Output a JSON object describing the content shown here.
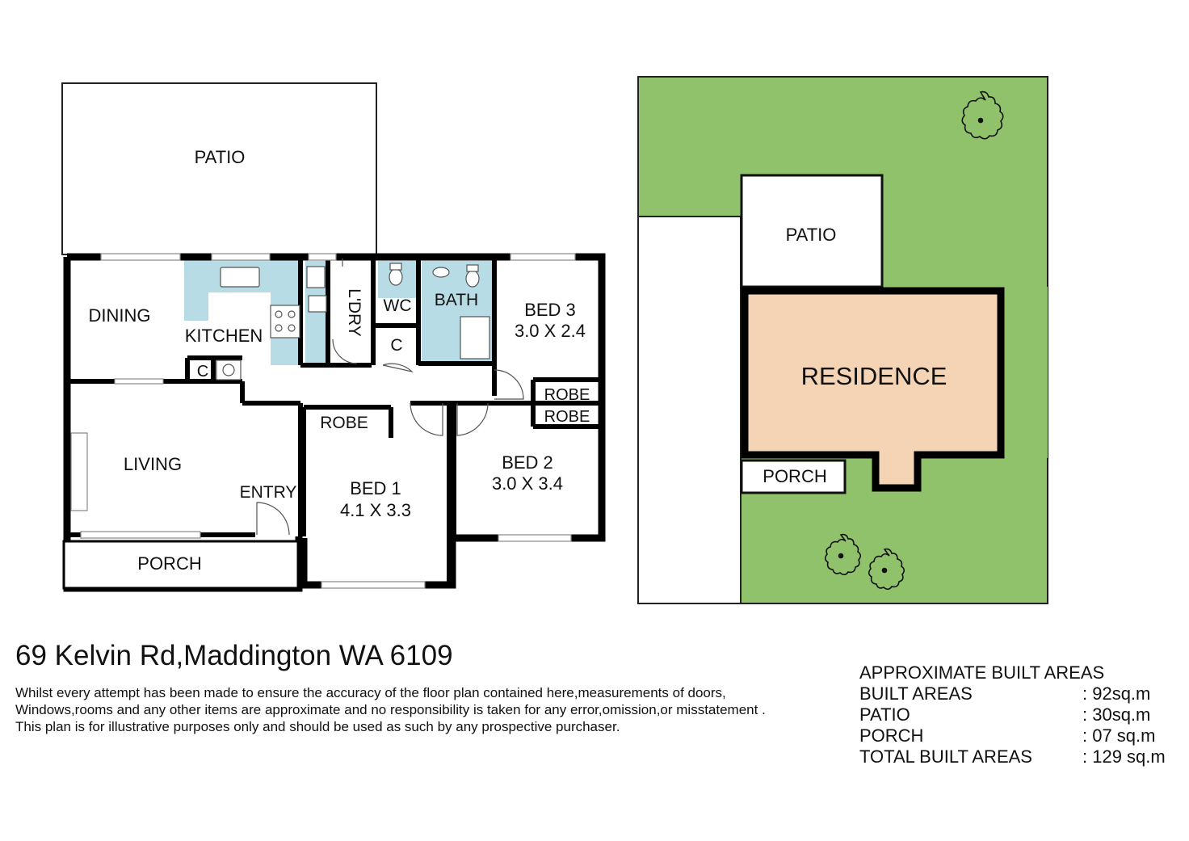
{
  "floor_plan": {
    "rooms": {
      "patio": "PATIO",
      "dining": "DINING",
      "kitchen": "KITCHEN",
      "laundry": "L'DRY",
      "wc": "WC",
      "bath": "BATH",
      "cupboard": "C",
      "bed3": "BED 3",
      "bed3_size": "3.0 X 2.4",
      "robe": "ROBE",
      "living": "LIVING",
      "entry": "ENTRY",
      "bed1": "BED 1",
      "bed1_size": "4.1 X 3.3",
      "bed2": "BED 2",
      "bed2_size": "3.0 X 3.4",
      "porch": "PORCH"
    },
    "colors": {
      "wet_area": "#b7dce6",
      "wall": "#000000"
    }
  },
  "site_plan": {
    "patio": "PATIO",
    "residence": "RESIDENCE",
    "porch": "PORCH",
    "colors": {
      "lawn": "#8fc26a",
      "residence": "#f4d4b5"
    },
    "icons": [
      "tree-icon",
      "tree-icon",
      "tree-icon"
    ]
  },
  "address": "69 Kelvin Rd,Maddington WA 6109",
  "disclaimer": {
    "line1": "Whilst every attempt has been made to ensure the accuracy of the floor plan contained here,measurements of doors,",
    "line2": "Windows,rooms and any other items are approximate and no responsibility is taken for any error,omission,or misstatement .",
    "line3": "This plan is for illustrative purposes only and should be used as such by any prospective purchaser."
  },
  "areas": {
    "heading": "APPROXIMATE BUILT AREAS",
    "rows": [
      {
        "label": "BUILT AREAS",
        "value": ": 92sq.m"
      },
      {
        "label": "PATIO",
        "value": ": 30sq.m"
      },
      {
        "label": "PORCH",
        "value": ": 07  sq.m"
      },
      {
        "label": "TOTAL BUILT AREAS",
        "value": ": 129 sq.m"
      }
    ]
  }
}
